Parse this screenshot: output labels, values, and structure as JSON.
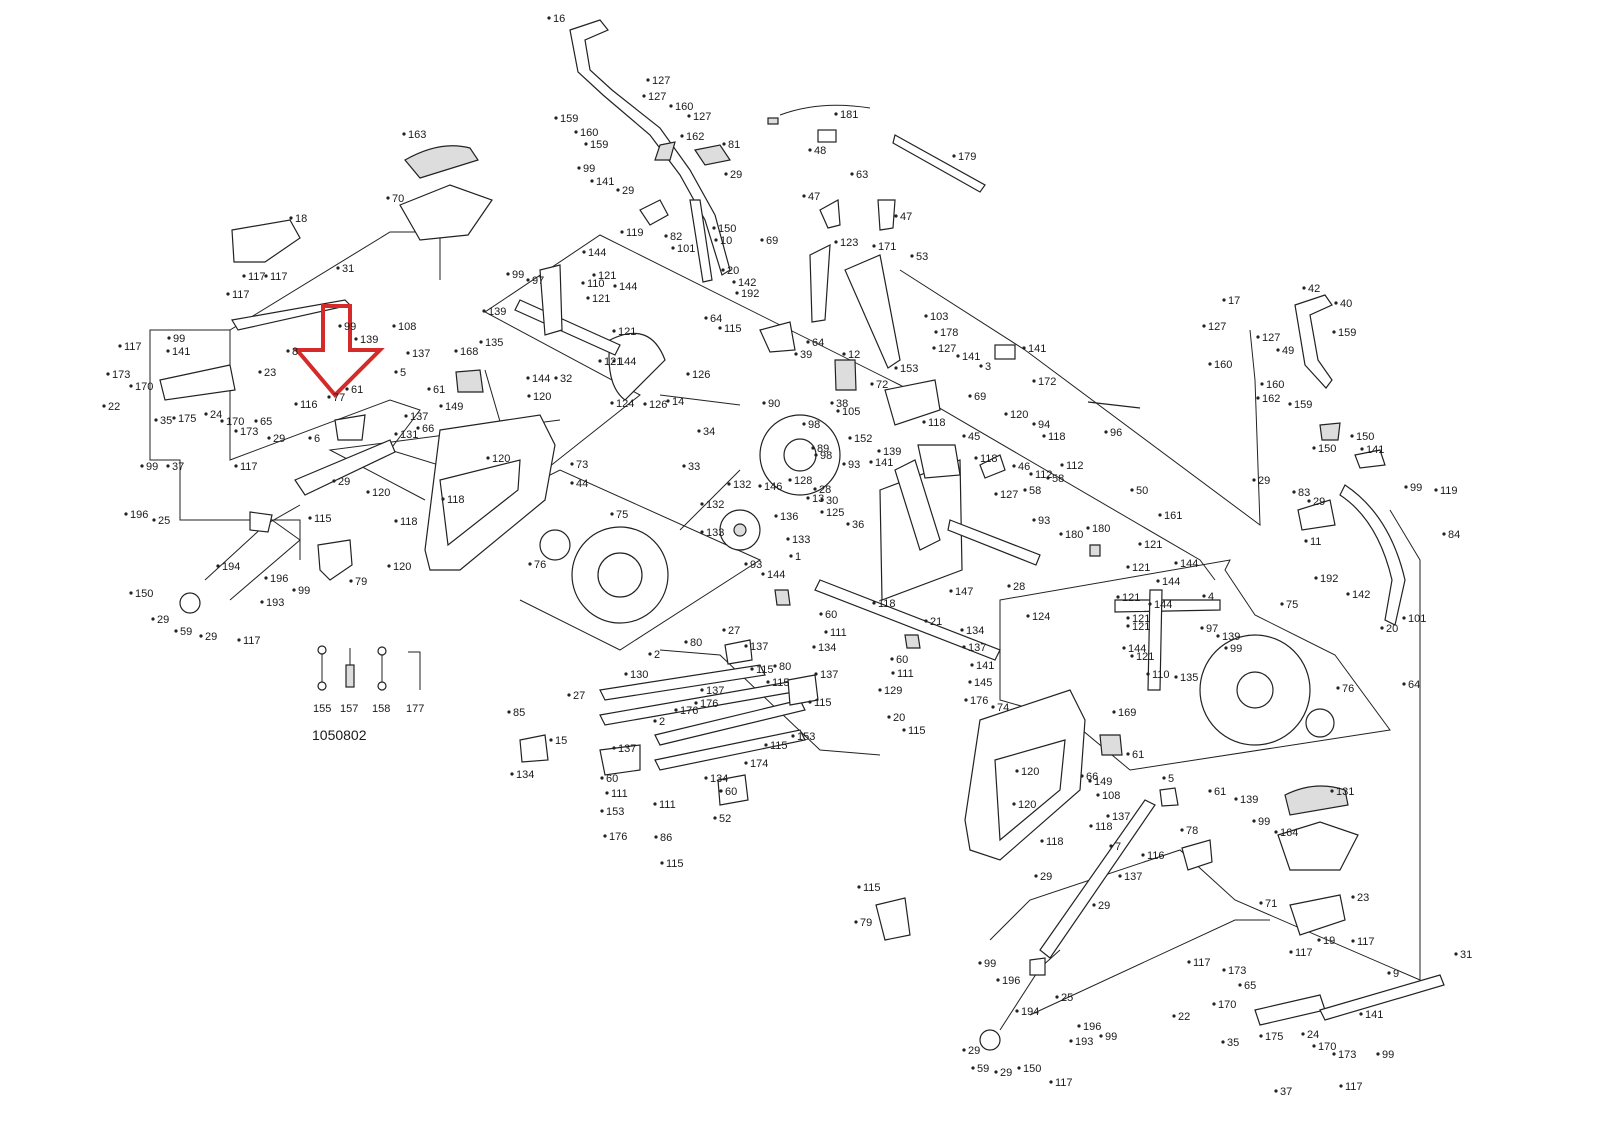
{
  "document_number": "1050802",
  "callout_color": "#d42a2a",
  "line_color": "#222222",
  "tools": [
    {
      "number": "155",
      "icon": "wrench-icon"
    },
    {
      "number": "157",
      "icon": "screwdriver-icon"
    },
    {
      "number": "158",
      "icon": "open-wrench-icon"
    },
    {
      "number": "177",
      "icon": "hex-key-icon"
    }
  ],
  "part_labels": [
    "16",
    "127",
    "127",
    "160",
    "127",
    "159",
    "160",
    "159",
    "162",
    "81",
    "99",
    "141",
    "29",
    "29",
    "119",
    "82",
    "150",
    "10",
    "101",
    "69",
    "20",
    "142",
    "192",
    "64",
    "115",
    "39",
    "181",
    "48",
    "179",
    "63",
    "47",
    "47",
    "123",
    "171",
    "53",
    "64",
    "12",
    "103",
    "178",
    "127",
    "141",
    "3",
    "141",
    "172",
    "153",
    "69",
    "72",
    "38",
    "105",
    "152",
    "163",
    "70",
    "18",
    "117",
    "117",
    "117",
    "31",
    "8",
    "99",
    "139",
    "108",
    "137",
    "99",
    "141",
    "117",
    "173",
    "170",
    "23",
    "22",
    "35",
    "175",
    "24",
    "170",
    "173",
    "65",
    "37",
    "116",
    "77",
    "61",
    "5",
    "61",
    "149",
    "137",
    "66",
    "131",
    "6",
    "29",
    "29",
    "117",
    "99",
    "196",
    "25",
    "115",
    "194",
    "196",
    "99",
    "79",
    "150",
    "29",
    "59",
    "29",
    "193",
    "117",
    "168",
    "120",
    "120",
    "73",
    "120",
    "118",
    "118",
    "120",
    "44",
    "75",
    "76",
    "99",
    "97",
    "144",
    "121",
    "110",
    "144",
    "139",
    "135",
    "121",
    "121",
    "144",
    "121",
    "144",
    "32",
    "124",
    "126",
    "126",
    "14",
    "34",
    "90",
    "98",
    "89",
    "98",
    "28",
    "93",
    "141",
    "139",
    "128",
    "146",
    "13",
    "30",
    "125",
    "136",
    "36",
    "133",
    "33",
    "132",
    "132",
    "133",
    "93",
    "1",
    "144",
    "118",
    "45",
    "120",
    "46",
    "118",
    "94",
    "118",
    "112",
    "58",
    "127",
    "58",
    "112",
    "93",
    "180",
    "180",
    "28",
    "118",
    "147",
    "21",
    "124",
    "134",
    "137",
    "60",
    "111",
    "134",
    "137",
    "60",
    "111",
    "129",
    "20",
    "141",
    "145",
    "176",
    "115",
    "80",
    "27",
    "137",
    "130",
    "137",
    "115",
    "115",
    "80",
    "176",
    "115",
    "153",
    "2",
    "27",
    "2",
    "176",
    "115",
    "85",
    "15",
    "134",
    "137",
    "60",
    "111",
    "153",
    "176",
    "134",
    "60",
    "111",
    "86",
    "115",
    "52",
    "174",
    "96",
    "17",
    "42",
    "40",
    "127",
    "160",
    "127",
    "49",
    "159",
    "160",
    "162",
    "159",
    "150",
    "150",
    "29",
    "83",
    "29",
    "141",
    "99",
    "119",
    "84",
    "11",
    "192",
    "142",
    "20",
    "101",
    "64",
    "50",
    "161",
    "121",
    "144",
    "121",
    "144",
    "121",
    "4",
    "121",
    "144",
    "121",
    "144",
    "121",
    "97",
    "139",
    "99",
    "110",
    "135",
    "75",
    "76",
    "74",
    "120",
    "169",
    "66",
    "149",
    "61",
    "108",
    "5",
    "61",
    "139",
    "99",
    "120",
    "118",
    "118",
    "137",
    "78",
    "116",
    "137",
    "131",
    "164",
    "71",
    "23",
    "19",
    "117",
    "117",
    "115",
    "79",
    "29",
    "29",
    "99",
    "196",
    "194",
    "25",
    "196",
    "99",
    "29",
    "59",
    "29",
    "150",
    "193",
    "117",
    "117",
    "173",
    "170",
    "65",
    "22",
    "35",
    "175",
    "24",
    "170",
    "173",
    "117",
    "141",
    "99",
    "37",
    "9",
    "31",
    "7"
  ]
}
